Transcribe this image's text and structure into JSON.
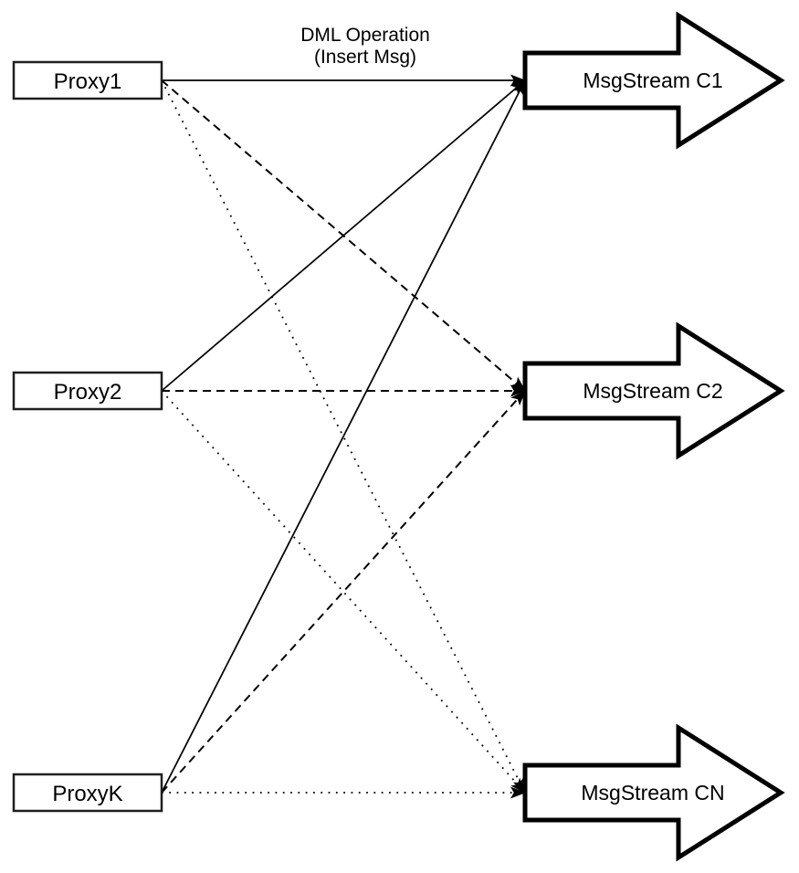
{
  "diagram": {
    "title": {
      "line1": "DML Operation",
      "line2": "(Insert Msg)"
    },
    "proxies": [
      {
        "id": "proxy1",
        "label": "Proxy1"
      },
      {
        "id": "proxy2",
        "label": "Proxy2"
      },
      {
        "id": "proxyk",
        "label": "ProxyK"
      }
    ],
    "streams": [
      {
        "id": "c1",
        "label": "MsgStream C1"
      },
      {
        "id": "c2",
        "label": "MsgStream C2"
      },
      {
        "id": "cn",
        "label": "MsgStream CN"
      }
    ],
    "edges": [
      {
        "from": "Proxy1",
        "to": "MsgStream C1",
        "style": "solid",
        "annotation": "DML Operation (Insert Msg)"
      },
      {
        "from": "Proxy1",
        "to": "MsgStream C2",
        "style": "dashed"
      },
      {
        "from": "Proxy1",
        "to": "MsgStream CN",
        "style": "dotted"
      },
      {
        "from": "Proxy2",
        "to": "MsgStream C1",
        "style": "solid"
      },
      {
        "from": "Proxy2",
        "to": "MsgStream C2",
        "style": "dashed"
      },
      {
        "from": "Proxy2",
        "to": "MsgStream CN",
        "style": "dotted"
      },
      {
        "from": "ProxyK",
        "to": "MsgStream C1",
        "style": "solid"
      },
      {
        "from": "ProxyK",
        "to": "MsgStream C2",
        "style": "dashed"
      },
      {
        "from": "ProxyK",
        "to": "MsgStream CN",
        "style": "dotted"
      }
    ],
    "colors": {
      "line": "#000000",
      "shape_fill": "#ffffff",
      "box_border": "#1f1f1f",
      "background": "#ffffff"
    }
  }
}
